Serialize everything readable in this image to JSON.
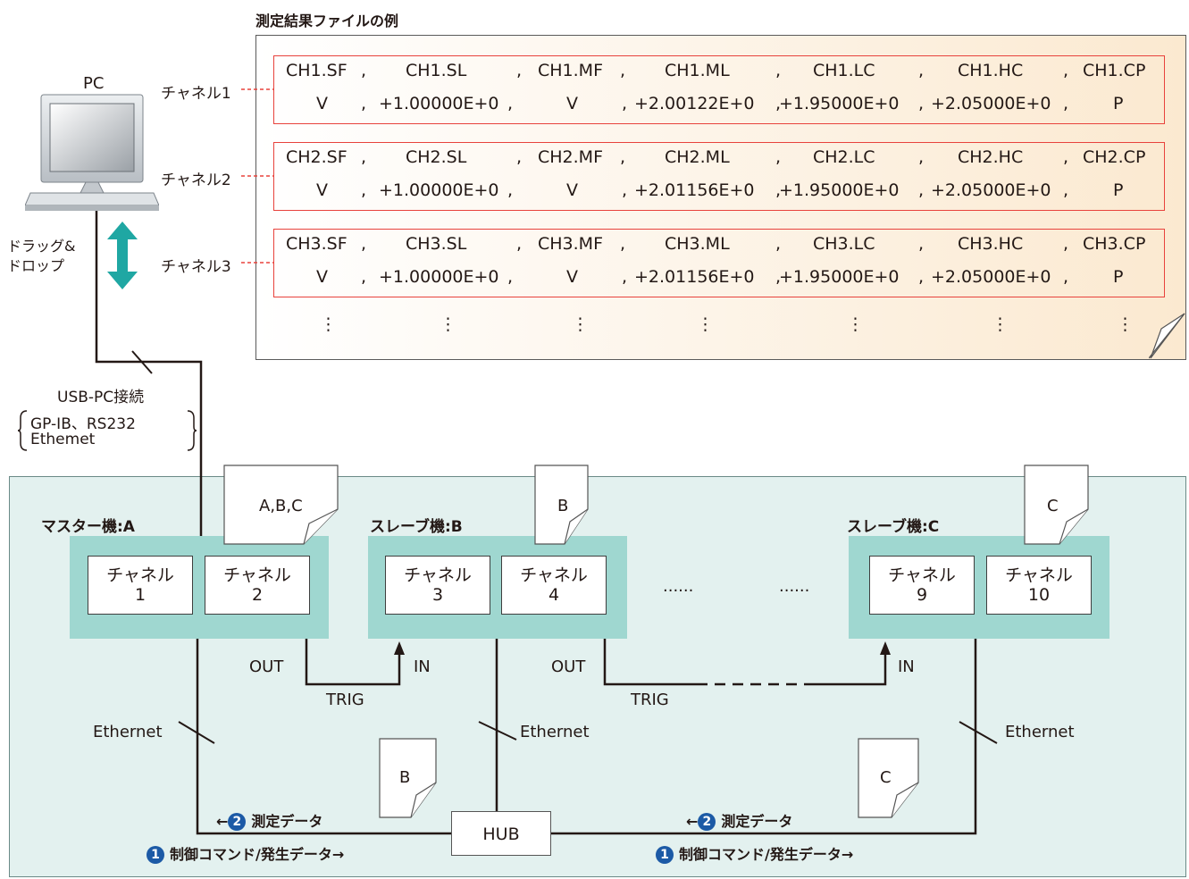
{
  "file_example_title": "測定結果ファイルの例",
  "pc_label": "PC",
  "drag_drop_label_1": "ドラッグ&",
  "drag_drop_label_2": "ドロップ",
  "usb_label": "USB-PC接続",
  "conn_line1": "GP-IB、RS232",
  "conn_line2": "Ethemet",
  "channels": [
    {
      "label": "チャネル1",
      "row1": [
        "CH1.SF",
        ",",
        "CH1.SL",
        ",",
        "CH1.MF",
        ",",
        "CH1.ML",
        ",",
        "CH1.LC",
        ",",
        "CH1.HC",
        ",",
        "CH1.CP"
      ],
      "row2": [
        "V",
        ",",
        "+1.00000E+0",
        ",",
        "V",
        ",",
        "+2.00122E+0",
        ",",
        "+1.95000E+0",
        ",",
        "+2.05000E+0",
        ",",
        "P"
      ]
    },
    {
      "label": "チャネル2",
      "row1": [
        "CH2.SF",
        ",",
        "CH2.SL",
        ",",
        "CH2.MF",
        ",",
        "CH2.ML",
        ",",
        "CH2.LC",
        ",",
        "CH2.HC",
        ",",
        "CH2.CP"
      ],
      "row2": [
        "V",
        ",",
        "+1.00000E+0",
        ",",
        "V",
        ",",
        "+2.01156E+0",
        ",",
        "+1.95000E+0",
        ",",
        "+2.05000E+0",
        ",",
        "P"
      ]
    },
    {
      "label": "チャネル3",
      "row1": [
        "CH3.SF",
        ",",
        "CH3.SL",
        ",",
        "CH3.MF",
        ",",
        "CH3.ML",
        ",",
        "CH3.LC",
        ",",
        "CH3.HC",
        ",",
        "CH3.CP"
      ],
      "row2": [
        "V",
        ",",
        "+1.00000E+0",
        ",",
        "V",
        ",",
        "+2.01156E+0",
        ",",
        "+1.95000E+0",
        ",",
        "+2.05000E+0",
        ",",
        "P"
      ]
    }
  ],
  "ellipsis_vertical": "⋮",
  "master_label": "マスター機:A",
  "slave_b_label": "スレーブ機:B",
  "slave_c_label": "スレーブ機:C",
  "channel_word": "チャネル",
  "channel_numbers": [
    "1",
    "2",
    "3",
    "4",
    "9",
    "10"
  ],
  "note_abc": "A,B,C",
  "note_b": "B",
  "note_c": "C",
  "dots": "......",
  "out_label": "OUT",
  "in_label": "IN",
  "trig_label": "TRIG",
  "ethernet_label": "Ethernet",
  "hub_label": "HUB",
  "data_label": "←❷ 測定データ",
  "command_label": "❶ 制御コマンド/発生データ→",
  "data_arrow": "←",
  "data_num": "2",
  "data_text": "測定データ",
  "cmd_num": "1",
  "cmd_text": "制御コマンド/発生データ→",
  "colors": {
    "channel_border": "#e8423c",
    "device": "#9fd7d0",
    "network_bg": "#e3f1ef",
    "arrow": "#1fa7a3",
    "badge": "#1c5aa6"
  }
}
